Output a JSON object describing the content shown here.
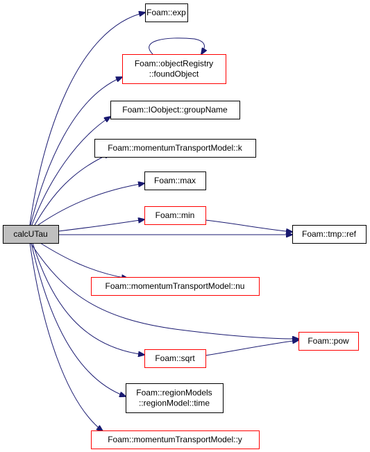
{
  "colors": {
    "edge": "#191970",
    "node_border_default": "#000000",
    "node_border_link": "#ff0000",
    "node_fill_default": "#ffffff",
    "node_fill_root": "#bfbfbf"
  },
  "nodes": [
    {
      "id": "calcUTau",
      "lines": [
        "calcUTau"
      ],
      "kind": "root"
    },
    {
      "id": "exp",
      "lines": [
        "Foam::exp"
      ],
      "kind": "default"
    },
    {
      "id": "foundObject",
      "lines": [
        "Foam::objectRegistry",
        "::foundObject"
      ],
      "kind": "link"
    },
    {
      "id": "groupName",
      "lines": [
        "Foam::IOobject::groupName"
      ],
      "kind": "default"
    },
    {
      "id": "k",
      "lines": [
        "Foam::momentumTransportModel::k"
      ],
      "kind": "default"
    },
    {
      "id": "max",
      "lines": [
        "Foam::max"
      ],
      "kind": "default"
    },
    {
      "id": "min",
      "lines": [
        "Foam::min"
      ],
      "kind": "link"
    },
    {
      "id": "ref",
      "lines": [
        "Foam::tmp::ref"
      ],
      "kind": "default"
    },
    {
      "id": "nu",
      "lines": [
        "Foam::momentumTransportModel::nu"
      ],
      "kind": "link"
    },
    {
      "id": "pow",
      "lines": [
        "Foam::pow"
      ],
      "kind": "link"
    },
    {
      "id": "sqrt",
      "lines": [
        "Foam::sqrt"
      ],
      "kind": "link"
    },
    {
      "id": "time",
      "lines": [
        "Foam::regionModels",
        "::regionModel::time"
      ],
      "kind": "default"
    },
    {
      "id": "y",
      "lines": [
        "Foam::momentumTransportModel::y"
      ],
      "kind": "link"
    }
  ],
  "edges": [
    {
      "from": "calcUTau",
      "to": "exp"
    },
    {
      "from": "calcUTau",
      "to": "foundObject"
    },
    {
      "from": "foundObject",
      "to": "foundObject"
    },
    {
      "from": "calcUTau",
      "to": "groupName"
    },
    {
      "from": "calcUTau",
      "to": "k"
    },
    {
      "from": "calcUTau",
      "to": "max"
    },
    {
      "from": "calcUTau",
      "to": "min"
    },
    {
      "from": "min",
      "to": "ref"
    },
    {
      "from": "calcUTau",
      "to": "ref"
    },
    {
      "from": "calcUTau",
      "to": "nu"
    },
    {
      "from": "calcUTau",
      "to": "pow"
    },
    {
      "from": "calcUTau",
      "to": "sqrt"
    },
    {
      "from": "sqrt",
      "to": "pow"
    },
    {
      "from": "calcUTau",
      "to": "time"
    },
    {
      "from": "calcUTau",
      "to": "y"
    }
  ]
}
